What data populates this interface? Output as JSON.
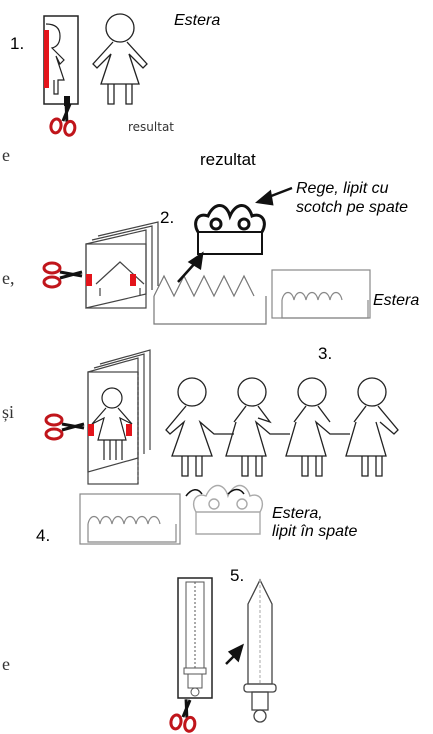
{
  "steps": {
    "one": "1.",
    "two": "2.",
    "three": "3.",
    "four": "4.",
    "five": "5."
  },
  "labels": {
    "estera_top": "Estera",
    "resultat": "resultat",
    "rezultat": "rezultat",
    "rege_line1": "Rege, lipit cu",
    "rege_line2": "scotch pe spate",
    "estera_crown": "Estera",
    "estera_back_line1": "Estera,",
    "estera_back_line2": "lipit în spate"
  },
  "margin_fragments": {
    "e1": "e",
    "e2": "e,",
    "si": "și",
    "e3": "e"
  },
  "colors": {
    "accent_red": "#e3141b",
    "line": "#222222",
    "faint": "#999999"
  },
  "icons": [
    "scissors-icon",
    "arrow-icon"
  ]
}
